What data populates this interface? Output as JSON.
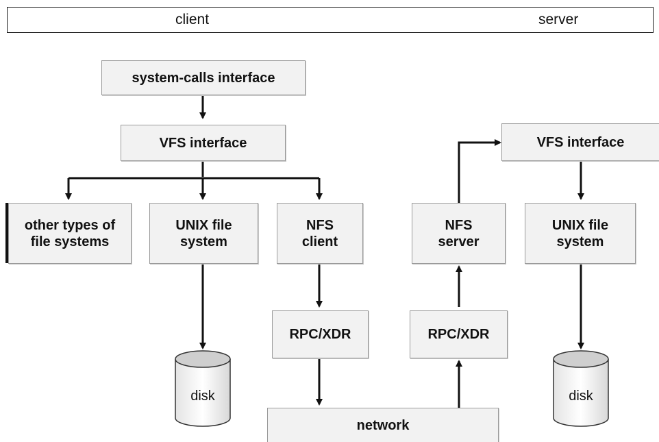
{
  "header": {
    "client_label": "client",
    "server_label": "server"
  },
  "client": {
    "syscalls": "system-calls interface",
    "vfs": "VFS interface",
    "other_fs": "other types of\nfile systems",
    "unix_fs": "UNIX file\nsystem",
    "nfs_client": "NFS\nclient",
    "rpc": "RPC/XDR",
    "disk": "disk"
  },
  "server": {
    "vfs": "VFS interface",
    "nfs_server": "NFS\nserver",
    "unix_fs": "UNIX file\nsystem",
    "rpc": "RPC/XDR",
    "disk": "disk"
  },
  "network": "network",
  "colors": {
    "box_fill": "#f2f2f2",
    "box_border": "#9a9a9a",
    "line": "#111111"
  }
}
